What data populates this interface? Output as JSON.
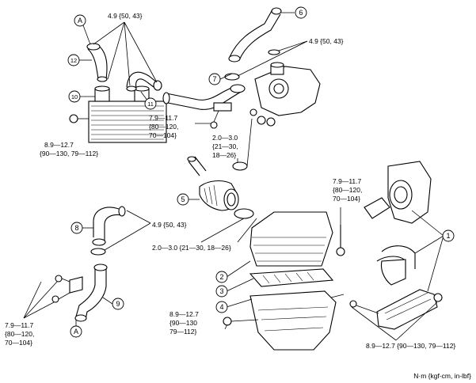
{
  "callouts": {
    "c1": "1",
    "c2": "2",
    "c3": "3",
    "c4": "4",
    "c5": "5",
    "c6": "6",
    "c7": "7",
    "c8": "8",
    "c9": "9",
    "c10": "10",
    "c11": "11",
    "c12": "12",
    "a_top": "A",
    "a_bottom": "A"
  },
  "torque": {
    "t_top_left": "4.9 {50, 43}",
    "t_top_right": "4.9 {50, 43}",
    "t_mid_left": "4.9 {50, 43}",
    "t_clamp_center": [
      "7.9—11.7",
      "{80—120,",
      "70—104}"
    ],
    "t_intercooler": [
      "8.9—12.7",
      "{90—130, 79—112}"
    ],
    "t_clamp_small": [
      "2.0—3.0",
      "{21—30,",
      "18—26}"
    ],
    "t_hose_center": "2.0—3.0 {21—30, 18—26}",
    "t_right_bolt": [
      "7.9—11.7",
      "{80—120,",
      "70—104}"
    ],
    "t_bottom_left": [
      "7.9—11.7",
      "{80—120,",
      "70—104}"
    ],
    "t_cleaner_bolt": [
      "8.9—12.7",
      "{90—130",
      "79—112}"
    ],
    "t_bottom_right": "8.9—12.7 {90—130, 79—112}"
  },
  "units": "N·m {kgf-cm, in-lbf}"
}
